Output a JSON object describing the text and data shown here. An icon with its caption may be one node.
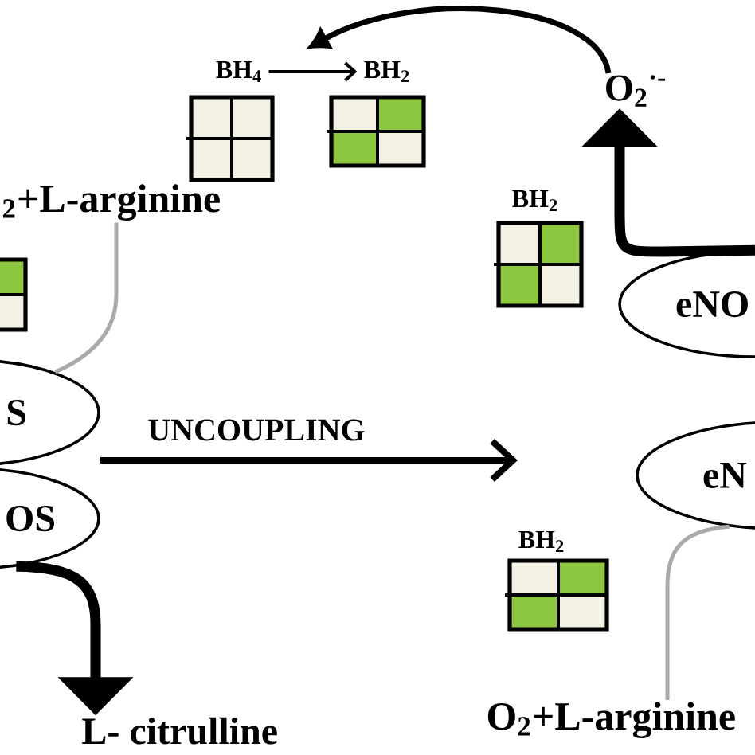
{
  "diagram": {
    "nodes": [
      {
        "text": [
          "BH$_{4}$"
        ]
      },
      {
        "text": [
          "BH$_{2}$"
        ]
      },
      {
        "text": [
          "O$_{2}$$^{·-}$"
        ]
      },
      {
        "text": [
          "$_{2}$+L-arginine"
        ]
      },
      {
        "text": [],
        "shape": "box"
      },
      {
        "text": [
          "BH$_{2}$"
        ]
      },
      {
        "text": [
          "eNO"
        ]
      },
      {
        "text": [
          "S"
        ]
      },
      {
        "text": [
          "OS"
        ]
      },
      {
        "text": [
          "eN"
        ]
      },
      {
        "text": [
          "BH$_{2}$"
        ]
      },
      {
        "text": [
          "L- citrulline"
        ]
      },
      {
        "text": [
          "O$_{2}$+L-arginine"
        ]
      }
    ],
    "edges": [
      {
        "from": 2,
        "to": null,
        "arrow": "to"
      },
      {
        "from": 0,
        "to": 1,
        "arrow": "to"
      },
      {
        "from": 6,
        "to": 2,
        "arrow": "to",
        "style": "thick"
      },
      {
        "from": 3,
        "to": 7,
        "arrow": "none",
        "color": "#aaaaaa"
      },
      {
        "from": 7,
        "to": null,
        "arrow": "to",
        "label": "UNCOUPLING"
      },
      {
        "from": 8,
        "to": 11,
        "arrow": "to",
        "style": "thick"
      },
      {
        "from": 9,
        "to": 12,
        "arrow": "none",
        "color": "#aaaaaa"
      }
    ]
  }
}
